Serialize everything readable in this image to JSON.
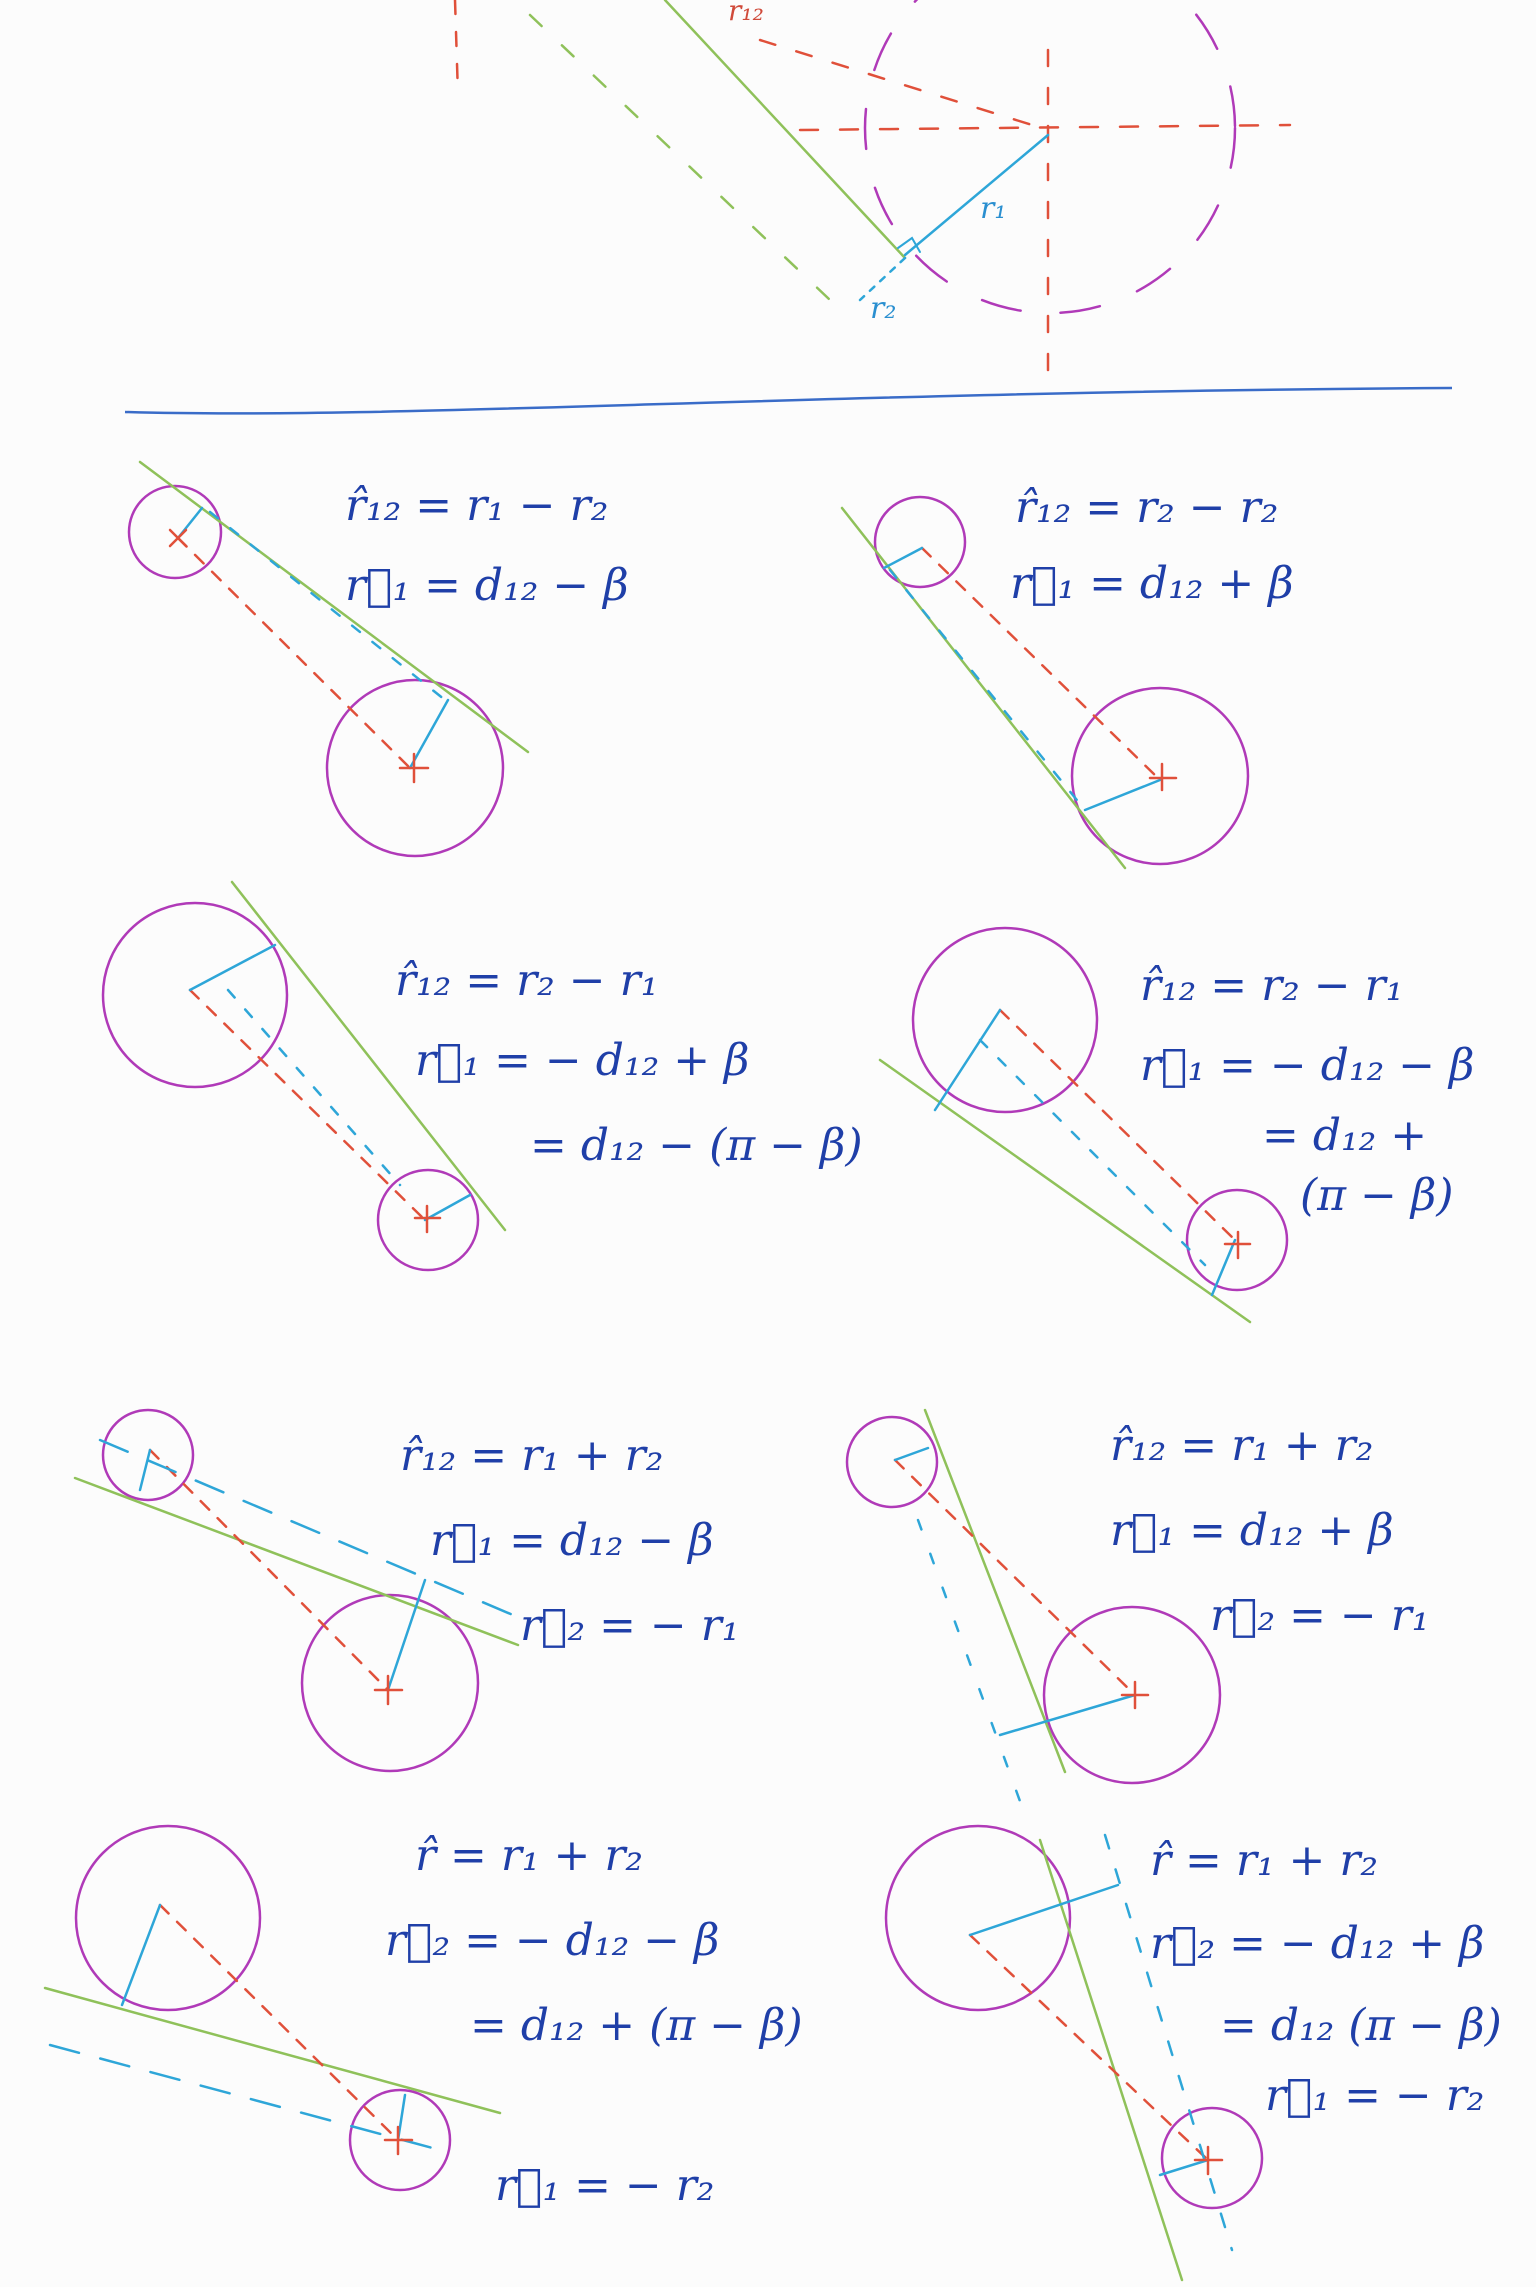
{
  "colors": {
    "circle": "#b03ab8",
    "tangent": "#8fc15a",
    "center_line": "#e0503a",
    "radius": "#2ea6d8",
    "ink": "#1f3fa8",
    "divider": "#3a6cc8"
  },
  "top_diagram": {
    "label_r12": "r₁₂",
    "label_r1": "r₁",
    "label_r2": "r₂"
  },
  "panels": [
    {
      "lines": [
        "r̂₁₂ = r₁ − r₂",
        "r⃗₁ = d₁₂ − β"
      ]
    },
    {
      "lines": [
        "r̂₁₂ = r₂ − r₂",
        "r⃗₁ = d₁₂ + β"
      ]
    },
    {
      "lines": [
        "r̂₁₂ = r₂ − r₁",
        "r⃗₁ = − d₁₂ + β",
        "= d₁₂ − (π − β)"
      ]
    },
    {
      "lines": [
        "r̂₁₂ = r₂ − r₁",
        "r⃗₁ = − d₁₂ − β",
        "= d₁₂ +",
        "(π − β)"
      ]
    },
    {
      "lines": [
        "r̂₁₂ = r₁ + r₂",
        "r⃗₁ = d₁₂ − β",
        "r⃗₂ = − r₁"
      ]
    },
    {
      "lines": [
        "r̂₁₂ = r₁ + r₂",
        "r⃗₁ = d₁₂ + β",
        "r⃗₂ = − r₁"
      ]
    },
    {
      "lines": [
        "r̂ = r₁ + r₂",
        "r⃗₂ = − d₁₂ − β",
        "= d₁₂ + (π − β)",
        "r⃗₁ = − r₂"
      ]
    },
    {
      "lines": [
        "r̂ = r₁ + r₂",
        "r⃗₂ = − d₁₂ + β",
        "= d₁₂ (π − β)",
        "r⃗₁ = − r₂"
      ]
    }
  ]
}
